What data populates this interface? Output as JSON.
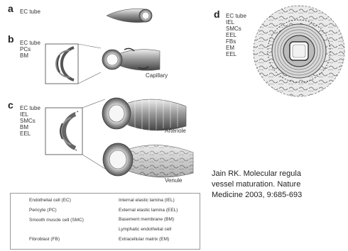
{
  "panels": {
    "a": {
      "letter": "a",
      "labels": [
        "EC tube"
      ]
    },
    "b": {
      "letter": "b",
      "labels": [
        "EC tube",
        "PCs",
        "BM"
      ],
      "vessel": "Capillary"
    },
    "c": {
      "letter": "c",
      "labels": [
        "EC tube",
        "IEL",
        "SMCs",
        "BM",
        "EEL"
      ],
      "vessel_top": "Arteriole",
      "vessel_bottom": "Venule"
    },
    "d": {
      "letter": "d",
      "labels": [
        "EC tube",
        "IEL",
        "SMCs",
        "EEL",
        "FBs",
        "EM",
        "EEL"
      ]
    }
  },
  "citation": {
    "line1": "Jain RK. Molecular regula",
    "line2": "vessel maturation. Nature",
    "line3": "Medicine 2003, 9:685-693"
  },
  "legend": {
    "left": [
      "Endothelial cell (EC)",
      "Pericyte (PC)",
      "Smooth muscle cell (SMC)",
      "Fibroblast (FB)"
    ],
    "right": [
      "Internal elastic lamina (IEL)",
      "External elastic lamina (EEL)",
      "Basement membrane (BM)",
      "Lymphatic endothelial cell",
      "Extracellular matrix (EM)"
    ]
  }
}
